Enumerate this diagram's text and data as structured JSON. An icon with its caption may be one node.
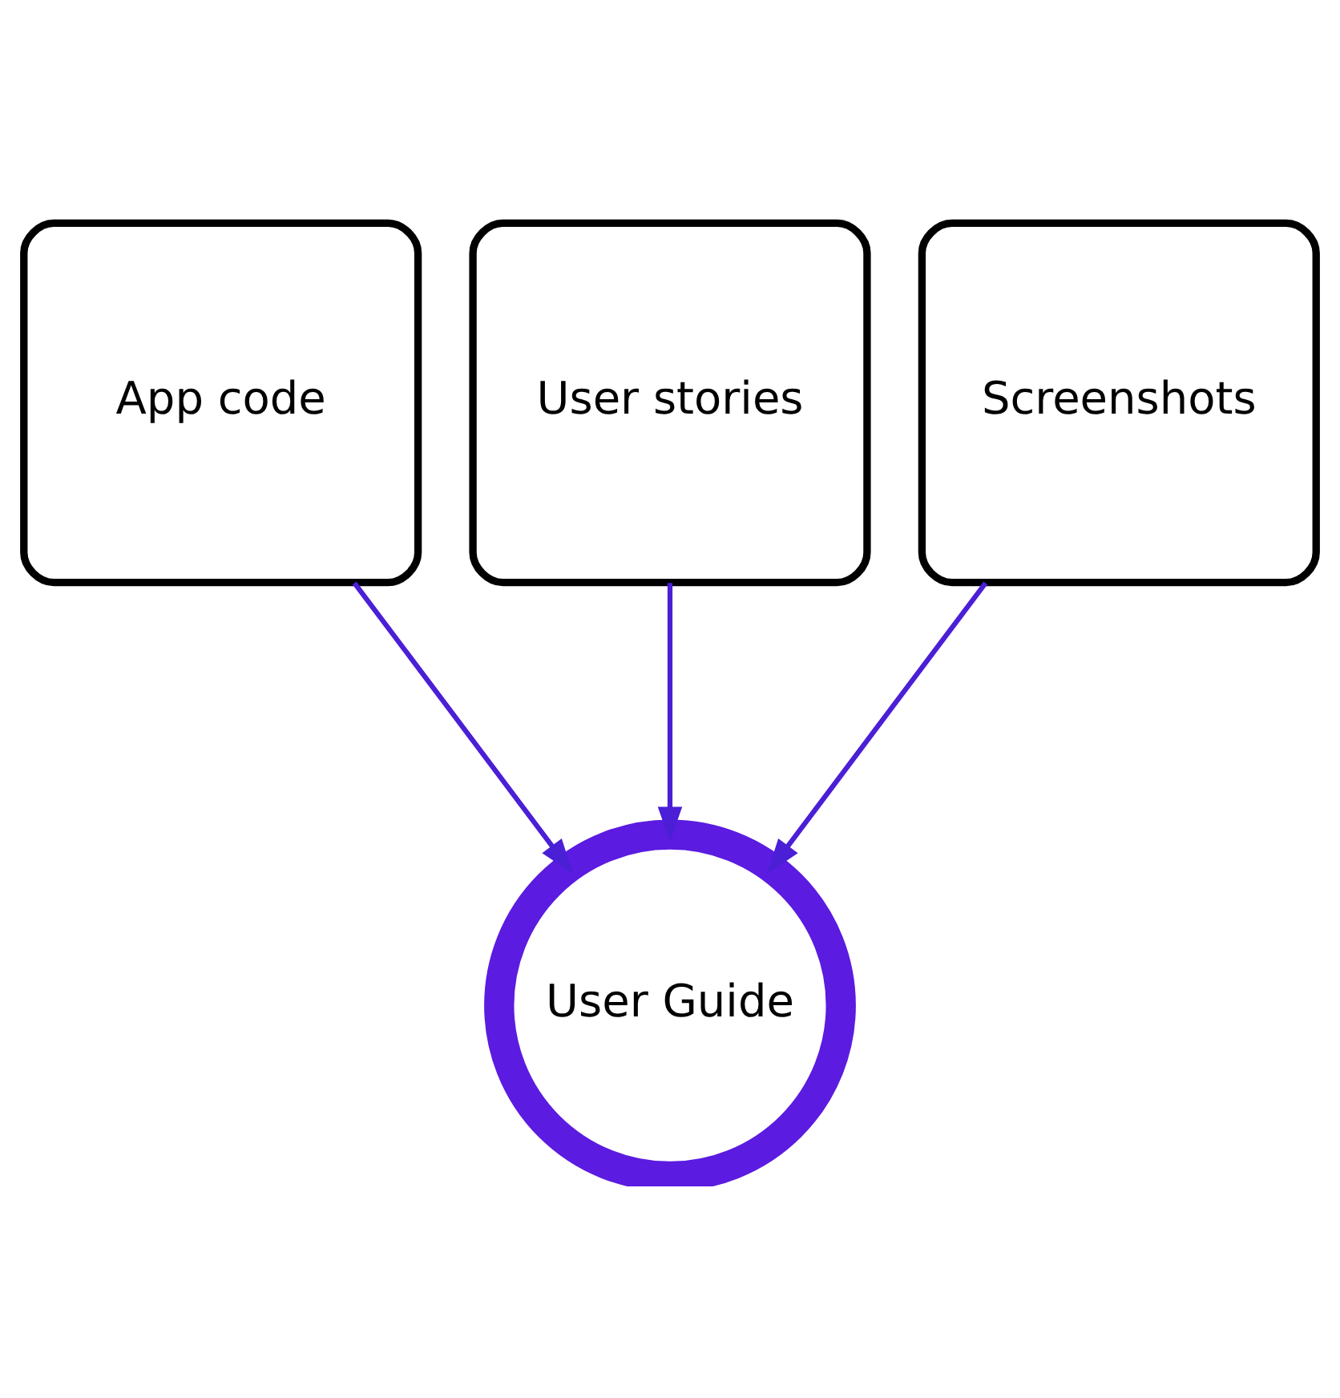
{
  "diagram": {
    "nodes": [
      {
        "text": [
          "App code"
        ]
      },
      {
        "text": [
          "User stories"
        ]
      },
      {
        "text": [
          "Screenshots"
        ]
      },
      {
        "text": [
          "User Guide"
        ]
      }
    ],
    "edges": [
      {
        "from": 0,
        "to": 3,
        "arrow": "to"
      },
      {
        "from": 1,
        "to": 3,
        "arrow": "to"
      },
      {
        "from": 2,
        "to": 3,
        "arrow": "to"
      }
    ]
  }
}
